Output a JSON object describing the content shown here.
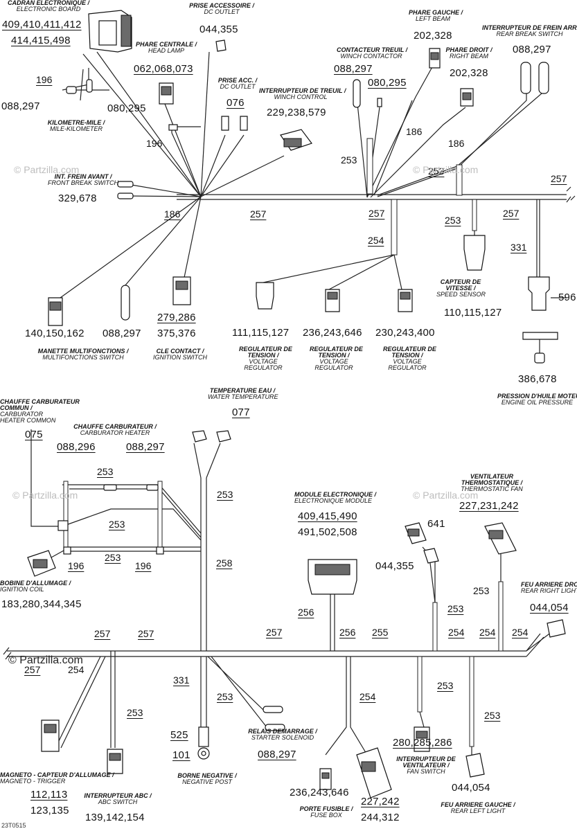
{
  "watermark": {
    "text": "© Partzilla.com"
  },
  "copyright": "© Partzilla.com",
  "drawing_code": "23T0515",
  "components": {
    "electronic_board": {
      "fr": "CADRAN ELECTRONIQUE /",
      "en": "ELECTRONIC BOARD",
      "parts1": "409,410,411,412",
      "parts2": "414,415,498"
    },
    "dc_outlet_top": {
      "fr": "PRISE ACCESSOIRE /",
      "en": "DC OUTLET",
      "parts": "044,355"
    },
    "head_lamp": {
      "fr": "PHARE CENTRALE /",
      "en": "HEAD LAMP",
      "parts": "062,068,073"
    },
    "dc_outlet_acc": {
      "fr": "PRISE ACC. /",
      "en": "DC OUTLET",
      "parts": "076"
    },
    "winch_control": {
      "fr": "INTERRUPTEUR DE TREUIL /",
      "en": "WINCH CONTROL",
      "parts": "229,238,579"
    },
    "winch_contactor": {
      "fr": "CONTACTEUR TREUIL /",
      "en": "WINCH CONTACTOR",
      "parts": "088,297"
    },
    "left_beam": {
      "fr": "PHARE GAUCHE /",
      "en": "LEFT BEAM",
      "parts": "202,328"
    },
    "right_beam": {
      "fr": "PHARE DROIT /",
      "en": "RIGHT BEAM",
      "parts": "202,328"
    },
    "rear_break_switch": {
      "fr": "INTERRUPTEUR DE FREIN ARRIERE",
      "en": "REAR BREAK SWITCH",
      "parts": "088,297"
    },
    "mile_kilometer": {
      "fr": "KILOMETRE-MILE /",
      "en": "MILE-KILOMETER"
    },
    "front_break_switch": {
      "fr": "INT. FREIN AVANT /",
      "en": "FRONT BREAK SWITCH",
      "parts": "329,678"
    },
    "speed_sensor": {
      "fr1": "CAPTEUR DE",
      "fr2": "VITESSE /",
      "en": "SPEED SENSOR",
      "parts": "110,115,127"
    },
    "multifunction_switch": {
      "fr": "MANETTE MULTIFONCTIONS /",
      "en": "MULTIFONCTIONS SWITCH",
      "parts": "140,150,162"
    },
    "ignition_switch": {
      "fr": "CLE CONTACT /",
      "en": "IGNITION SWITCH",
      "parts1": "279,286",
      "parts2": "375,376"
    },
    "voltage_regulator_1": {
      "fr1": "REGULATEUR DE",
      "fr2": "TENSION /",
      "en1": "VOLTAGE",
      "en2": "REGULATOR",
      "parts": "111,115,127"
    },
    "voltage_regulator_2": {
      "fr1": "REGULATEUR DE",
      "fr2": "TENSION /",
      "en1": "VOLTAGE",
      "en2": "REGULATOR",
      "parts": "236,243,646"
    },
    "voltage_regulator_3": {
      "fr1": "REGULATEUR DE",
      "fr2": "TENSION /",
      "en1": "VOLTAGE",
      "en2": "REGULATOR",
      "parts": "230,243,400"
    },
    "engine_oil_pressure": {
      "fr": "PRESSION D'HUILE MOTEUR",
      "en": "ENGINE OIL PRESSURE",
      "parts": "386,678",
      "part_top": "596"
    },
    "carb_heater_common": {
      "fr1": "CHAUFFE CARBURATEUR",
      "fr2": "COMMUN /",
      "en1": "CARBURATOR",
      "en2": "HEATER COMMON",
      "parts": "075"
    },
    "carb_heater": {
      "fr": "CHAUFFE CARBURATEUR /",
      "en": "CARBURATOR HEATER",
      "parts_left": "088,296",
      "parts_right": "088,297"
    },
    "water_temperature": {
      "fr": "TEMPERATURE EAU /",
      "en": "WATER TEMPERATURE",
      "parts": "077"
    },
    "ignition_coil": {
      "fr": "BOBINE D'ALLUMAGE /",
      "en": "IGNITION COIL",
      "parts": "183,280,344,345"
    },
    "electronic_module": {
      "fr": "MODULE ELECTRONIQUE /",
      "en": "ELECTRONIQUE MODULE",
      "parts1": "409,415,490",
      "parts2": "491,502,508"
    },
    "thermostatic_fan": {
      "fr": "VENTILATEUR",
      "fr2": "THERMOSTATIQUE /",
      "en": "THERMOSTATIC FAN",
      "parts": "227,231,242"
    },
    "dc_outlet_mid": {
      "parts_a": "641",
      "parts_b": "044,355"
    },
    "rear_right_light": {
      "fr": "FEU ARRIERE DROIT",
      "en": "REAR RIGHT LIGHT",
      "parts": "044,054"
    },
    "magneto_trigger": {
      "fr": "MAGNETO - CAPTEUR D'ALLUMAGE /",
      "en": "MAGNETO - TRIGGER",
      "parts1": "112,113",
      "parts2": "123,135"
    },
    "abc_switch": {
      "fr": "INTERRUPTEUR ABC /",
      "en": "ABC SWITCH",
      "parts": "139,142,154"
    },
    "negative_post": {
      "fr": "BORNE NEGATIVE /",
      "en": "NEGATIVE POST",
      "parts_a": "525",
      "parts_b": "101"
    },
    "starter_solenoid": {
      "fr": "RELAIS DEMARRAGE /",
      "en": "STARTER SOLENOID",
      "parts": "088,297"
    },
    "fuse_box": {
      "fr": "PORTE FUSIBLE /",
      "en": "FUSE BOX",
      "parts": "236,243,646",
      "parts2": "227,242",
      "parts3": "244,312"
    },
    "fan_switch": {
      "fr": "INTERRUPTEUR DE",
      "fr2": "VENTILATEUR /",
      "en": "FAN SWITCH",
      "parts": "280,285,286"
    },
    "rear_left_light": {
      "fr": "FEU ARRIERE GAUCHE /",
      "en": "REAR  LEFT  LIGHT",
      "parts": "044,054"
    }
  },
  "wires": {
    "w196a": "196",
    "w088_297_top": "088,297",
    "w080_295_left": "080,295",
    "w080_295_right": "080,295",
    "w196b": "196",
    "w186a": "186",
    "w257a": "257",
    "w257b": "257",
    "w257c": "257",
    "w257d": "257",
    "w253a": "253",
    "w253b": "253",
    "w253c": "253",
    "w254a": "254",
    "w186b": "186",
    "w186c": "186",
    "w331": "331",
    "w253_bl1": "253",
    "w253_bl2": "253",
    "w253_bl3": "253",
    "w253_bl4": "253",
    "w196c": "196",
    "w196d": "196",
    "w258": "258",
    "w256a": "256",
    "w256b": "256",
    "w255": "255",
    "w254b": "254",
    "w254c": "254",
    "w254d": "254",
    "w253_r1": "253",
    "w253_r2": "253",
    "w257e": "257",
    "w257f": "257",
    "w257g": "257",
    "w257h": "257",
    "w254e": "254",
    "w253_b1": "253",
    "w331b": "331",
    "w253_b2": "253",
    "w254f": "254",
    "w253_b3": "253",
    "w253_b4": "253"
  }
}
